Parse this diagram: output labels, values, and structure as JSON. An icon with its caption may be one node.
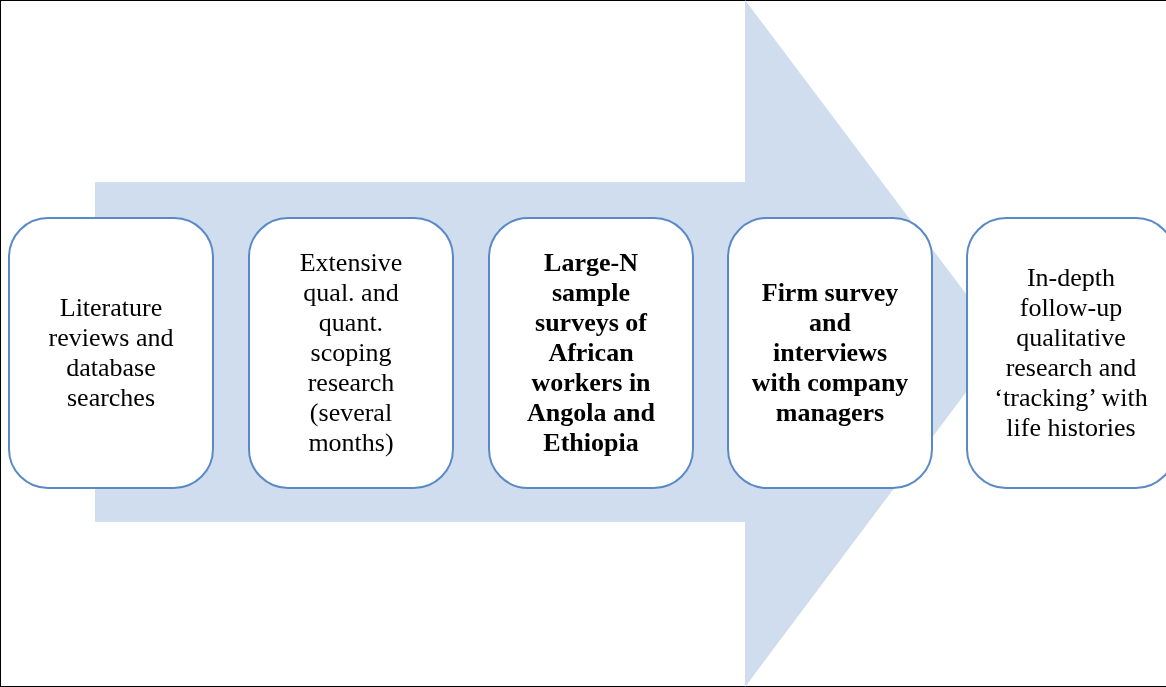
{
  "diagram": {
    "nodes": [
      {
        "text": [
          "Literature reviews and database searches"
        ]
      },
      {
        "text": [
          "Extensive qual. and quant. scoping research (several months)"
        ]
      },
      {
        "text": [
          "Large-N sample surveys of African workers in Angola and Ethiopia"
        ]
      },
      {
        "text": [
          "Firm survey and interviews with company managers"
        ]
      },
      {
        "text": [
          "In-depth follow-up qualitative research and ‘tracking’ with life histories"
        ]
      }
    ],
    "edges": [
      {
        "from": 0,
        "to": 4,
        "arrow": "to"
      }
    ]
  }
}
